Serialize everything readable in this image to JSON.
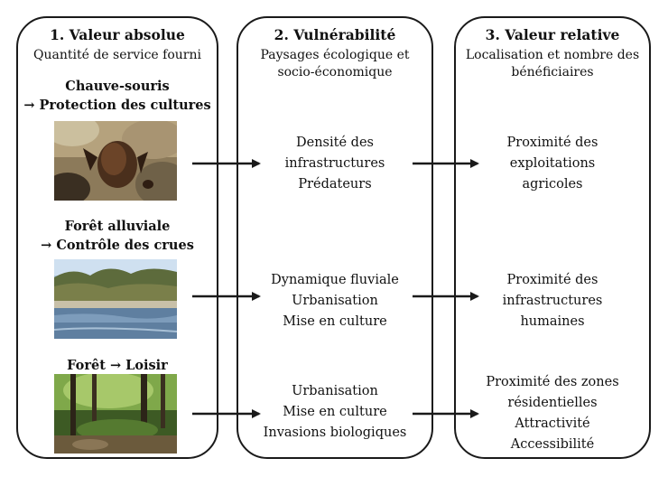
{
  "col1": {
    "title": "1.  Valeur absolue",
    "subtitle": "Quantité de service fourni",
    "services": [
      {
        "name_line1": "Chauve-souris",
        "name_line2": "→ Protection des cultures"
      },
      {
        "name_line1": "Forêt alluviale",
        "name_line2": "→ Contrôle des crues"
      },
      {
        "name_line1": "Forêt → Loisir",
        "name_line2": ""
      }
    ]
  },
  "col2": {
    "title": "2.  Vulnérabilité",
    "subtitle_line1": "Paysages écologique et",
    "subtitle_line2": "socio-économique",
    "rows": [
      [
        "Densité des",
        "infrastructures",
        "Prédateurs"
      ],
      [
        "Dynamique fluviale",
        "Urbanisation",
        "Mise en culture"
      ],
      [
        "Urbanisation",
        "Mise en culture",
        "Invasions biologiques"
      ]
    ]
  },
  "col3": {
    "title": "3.  Valeur relative",
    "subtitle_line1": "Localisation et nombre des",
    "subtitle_line2": "bénéficiaires",
    "rows": [
      [
        "Proximité des",
        "exploitations",
        "agricoles"
      ],
      [
        "Proximité des",
        "infrastructures",
        "humaines"
      ],
      [
        "Proximité des zones",
        "résidentielles",
        "Attractivité",
        "Accessibilité"
      ]
    ]
  },
  "colors": {
    "border": "#1a1a1a",
    "arrow": "#1a1a1a"
  }
}
